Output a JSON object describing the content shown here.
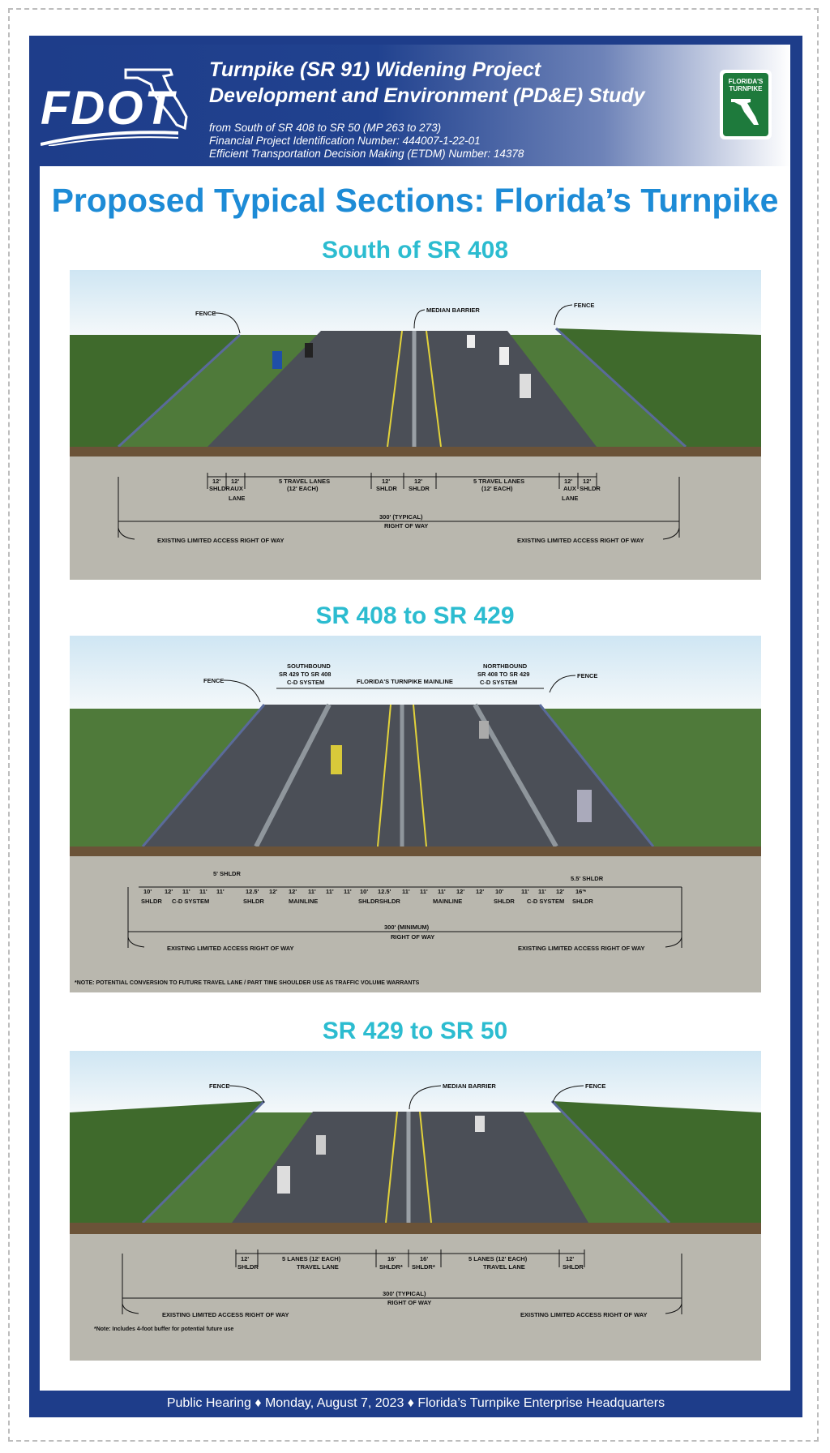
{
  "header": {
    "logo_text": "FDOT",
    "title_line1": "Turnpike (SR 91) Widening Project",
    "title_line2": "Development and Environment (PD&E) Study",
    "sub1": "from South of SR 408 to SR 50 (MP 263 to 273)",
    "sub2": "Financial Project Identification Number: 444007-1-22-01",
    "sub3": "Efficient Transportation Decision Making (ETDM) Number: 14378",
    "turnpike_logo_line1": "FLORIDA'S",
    "turnpike_logo_line2": "TURNPIKE"
  },
  "main_title": "Proposed Typical Sections: Florida’s Turnpike",
  "sections": [
    {
      "title": "South of SR 408",
      "callouts": {
        "fence_left": "FENCE",
        "median": "MEDIAN BARRIER",
        "fence_right": "FENCE"
      },
      "dims": [
        {
          "top": "12'",
          "bottom": "SHLDR"
        },
        {
          "top": "12'",
          "bottom": "AUX",
          "extra": "LANE"
        },
        {
          "top": "5 TRAVEL LANES",
          "bottom": "(12' EACH)"
        },
        {
          "top": "12'",
          "bottom": "SHLDR"
        },
        {
          "top": "12'",
          "bottom": "SHLDR"
        },
        {
          "top": "5 TRAVEL LANES",
          "bottom": "(12' EACH)"
        },
        {
          "top": "12'",
          "bottom": "AUX",
          "extra": "LANE"
        },
        {
          "top": "12'",
          "bottom": "SHLDR"
        }
      ],
      "row_top": "300' (TYPICAL)",
      "row_bottom": "RIGHT OF WAY",
      "existing_left": "EXISTING LIMITED ACCESS RIGHT OF WAY",
      "existing_right": "EXISTING LIMITED ACCESS RIGHT OF WAY",
      "note": ""
    },
    {
      "title": "SR 408 to SR 429",
      "callouts": {
        "fence_left": "FENCE",
        "fence_right": "FENCE",
        "sb_line1": "SOUTHBOUND",
        "sb_line2": "SR 429 TO SR 408",
        "sb_line3": "C-D SYSTEM",
        "mainline": "FLORIDA'S TURNPIKE MAINLINE",
        "nb_line1": "NORTHBOUND",
        "nb_line2": "SR 408 TO SR 429",
        "nb_line3": "C-D SYSTEM"
      },
      "dims_top": [
        "10'",
        "12'",
        "11'",
        "11'",
        "11'",
        "12.5'",
        "12'",
        "12'",
        "11'",
        "11'",
        "11'",
        "10'",
        "12.5'",
        "11'",
        "11'",
        "11'",
        "12'",
        "12'",
        "10'",
        "11'",
        "11'",
        "12'",
        "16'*"
      ],
      "shldr_left_top": "5' SHLDR",
      "shldr_right_top": "5.5' SHLDR",
      "dim_labels": [
        "SHLDR",
        "C-D SYSTEM",
        "SHLDR",
        "MAINLINE",
        "SHLDR",
        "SHLDR",
        "MAINLINE",
        "SHLDR",
        "C-D SYSTEM",
        "SHLDR"
      ],
      "row_top": "300' (MINIMUM)",
      "row_bottom": "RIGHT OF WAY",
      "existing_left": "EXISTING LIMITED ACCESS RIGHT OF WAY",
      "existing_right": "EXISTING LIMITED ACCESS RIGHT OF WAY",
      "note": "*NOTE: POTENTIAL CONVERSION TO FUTURE TRAVEL LANE / PART TIME SHOULDER USE AS TRAFFIC VOLUME WARRANTS"
    },
    {
      "title": "SR 429 to SR 50",
      "callouts": {
        "fence_left": "FENCE",
        "median": "MEDIAN BARRIER",
        "fence_right": "FENCE"
      },
      "dims": [
        {
          "top": "12'",
          "bottom": "SHLDR"
        },
        {
          "top": "5 LANES (12' EACH)",
          "bottom": "TRAVEL LANE"
        },
        {
          "top": "16'",
          "bottom": "SHLDR*"
        },
        {
          "top": "16'",
          "bottom": "SHLDR*"
        },
        {
          "top": "5 LANES (12' EACH)",
          "bottom": "TRAVEL LANE"
        },
        {
          "top": "12'",
          "bottom": "SHLDR"
        }
      ],
      "row_top": "300' (TYPICAL)",
      "row_bottom": "RIGHT OF WAY",
      "existing_left": "EXISTING LIMITED ACCESS RIGHT OF WAY",
      "existing_right": "EXISTING LIMITED ACCESS RIGHT OF WAY",
      "note": "*Note: Includes 4-foot buffer for potential future use"
    }
  ],
  "footer": "Public Hearing ♦ Monday, August 7, 2023 ♦ Florida’s Turnpike Enterprise Headquarters"
}
